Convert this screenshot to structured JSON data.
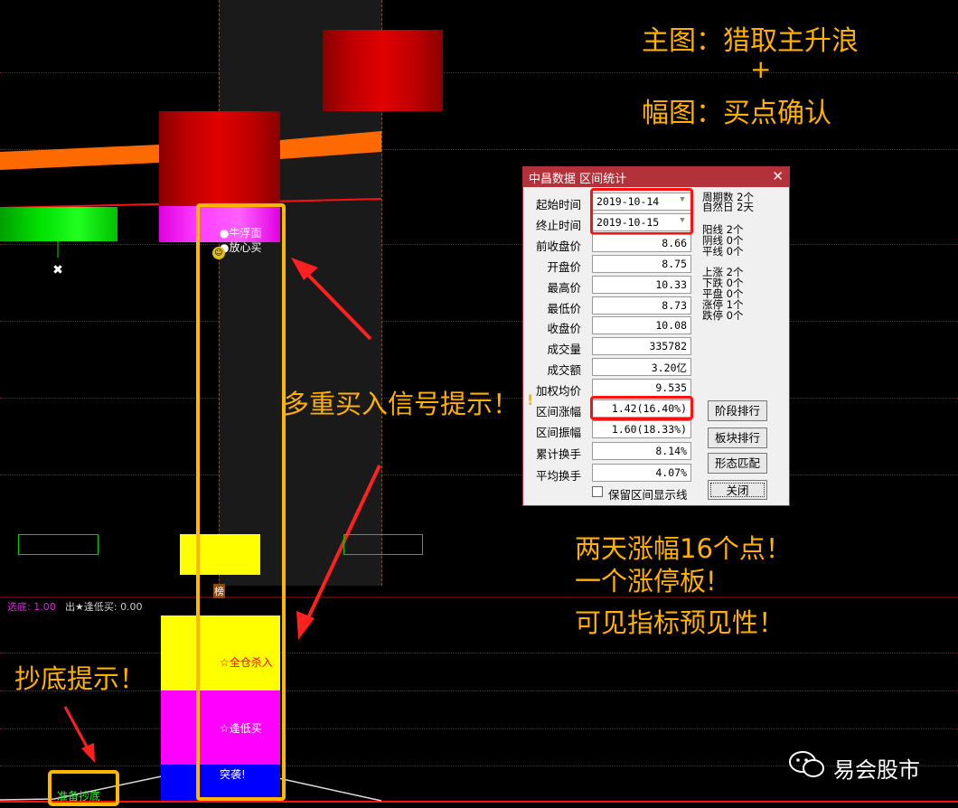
{
  "chart": {
    "signals": {
      "float_up": "●牛浮面",
      "buy_safe": "●放心买",
      "rank_badge": "榜"
    },
    "indicator_header": {
      "xuandi": "选底: 1.00",
      "chu": "出★逢低买: 0.00"
    },
    "sub_labels": {
      "all_in": "☆全仓杀入",
      "buy_low": "☆逢低买",
      "breakout": "突袭!",
      "prepare": "准备抄底"
    },
    "colors": {
      "up": "#e00000",
      "down": "#00e000",
      "magenta": "#ff00ff",
      "yellow": "#ffff00",
      "blue": "#0000ff",
      "annotation": "#ffb000"
    }
  },
  "annotations": {
    "main_title": "主图：猎取主升浪",
    "plus": "+",
    "sub_title": "幅图：买点确认",
    "multi_signal": "多重买入信号提示！",
    "gain_line1": "两天涨幅16个点！",
    "gain_line2": "一个涨停板!",
    "gain_line3": "可见指标预见性！",
    "bottom_hint": "抄底提示！"
  },
  "watermark": "易会股市",
  "dialog": {
    "title": "中昌数据 区间统计",
    "close": "✕",
    "fields": [
      {
        "label": "起始时间",
        "value": "2019-10-14"
      },
      {
        "label": "终止时间",
        "value": "2019-10-15"
      },
      {
        "label": "前收盘价",
        "value": "8.66"
      },
      {
        "label": "开盘价",
        "value": "8.75"
      },
      {
        "label": "最高价",
        "value": "10.33"
      },
      {
        "label": "最低价",
        "value": "8.73"
      },
      {
        "label": "收盘价",
        "value": "10.08"
      },
      {
        "label": "成交量",
        "value": "335782"
      },
      {
        "label": "成交额",
        "value": "3.20亿"
      },
      {
        "label": "加权均价",
        "value": "9.535"
      },
      {
        "label": "区间涨幅",
        "value": "1.42(16.40%)"
      },
      {
        "label": "区间振幅",
        "value": "1.60(18.33%)"
      },
      {
        "label": "累计换手",
        "value": "8.14%"
      },
      {
        "label": "平均换手",
        "value": "4.07%"
      }
    ],
    "stats": [
      "周期数 2个",
      "自然日 2天",
      "阳线 2个",
      "阴线 0个",
      "平线 0个",
      "上涨 2个",
      "下跌 0个",
      "平盘 0个",
      "涨停 1个",
      "跌停 0个"
    ],
    "buttons": [
      "阶段排行",
      "板块排行",
      "形态匹配",
      "关闭"
    ],
    "checkbox": "保留区间显示线"
  }
}
